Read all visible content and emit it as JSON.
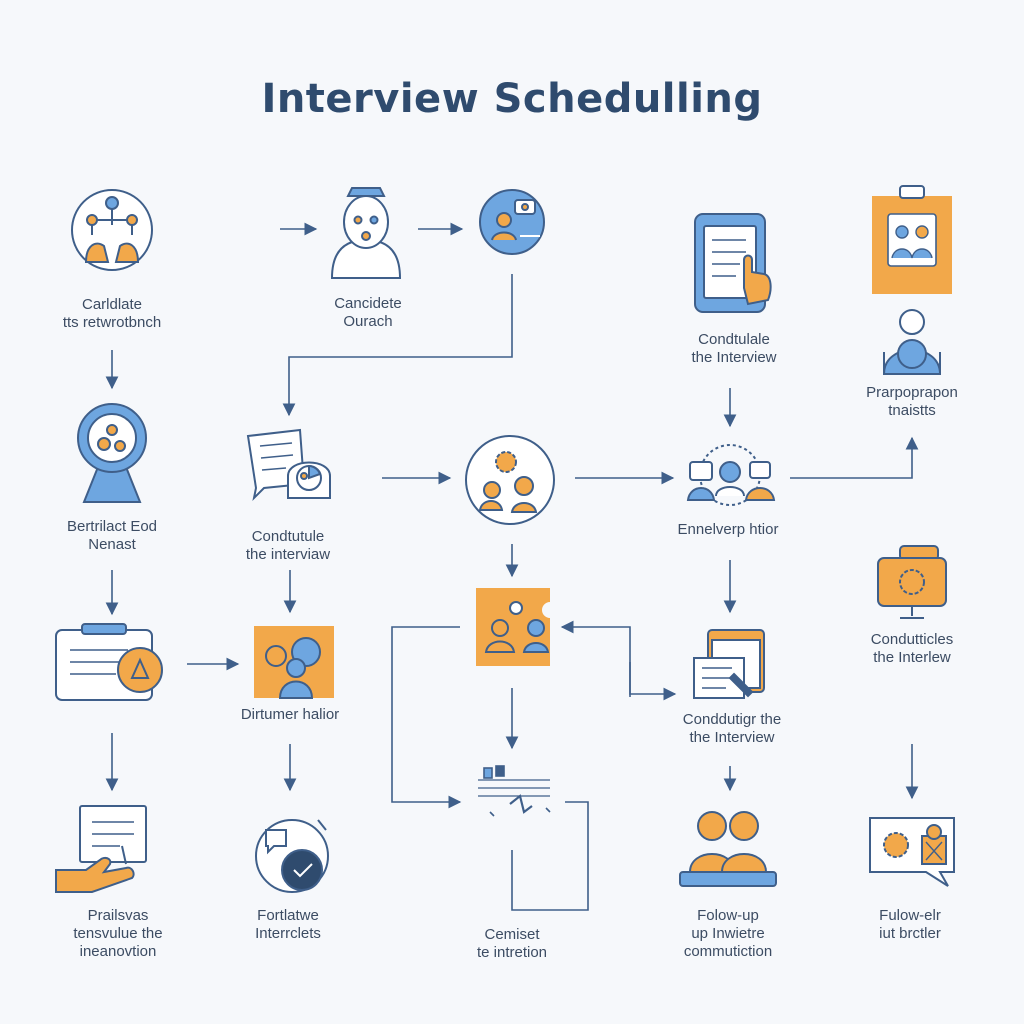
{
  "title": "Interview Schedulling",
  "colors": {
    "stroke": "#3f5f8a",
    "blue": "#6ea6e0",
    "orange": "#f2a84a",
    "arrow": "#3f5f8a"
  },
  "nodes": [
    {
      "id": "n1",
      "icon": "network-hands-icon",
      "lines": [
        "Carldlate",
        "tts retwrotbnch"
      ]
    },
    {
      "id": "n2",
      "icon": "candidate-avatar-icon",
      "lines": [
        "Cancidete",
        "Ourach"
      ]
    },
    {
      "id": "n3",
      "icon": "profile-circle-icon",
      "lines": []
    },
    {
      "id": "n4",
      "icon": "tablet-touch-icon",
      "lines": [
        "Condtulale",
        "the Interview"
      ]
    },
    {
      "id": "n5",
      "icon": "clipboard-team-icon",
      "lines": []
    },
    {
      "id": "n6",
      "icon": "person-icon",
      "lines": [
        "Prarpoprapon",
        "tnaistts"
      ]
    },
    {
      "id": "n7",
      "icon": "gear-head-icon",
      "lines": [
        "Bertrilact Eod",
        "Nenast"
      ]
    },
    {
      "id": "n8",
      "icon": "document-chat-icon",
      "lines": [
        "Condtutule",
        "the interviaw"
      ]
    },
    {
      "id": "n9",
      "icon": "team-gears-icon",
      "lines": []
    },
    {
      "id": "n10",
      "icon": "video-meeting-icon",
      "lines": [
        "Ennelverp htior"
      ]
    },
    {
      "id": "n11",
      "icon": "card-warning-icon",
      "lines": []
    },
    {
      "id": "n12",
      "icon": "ideas-person-icon",
      "lines": [
        "Dirtumer halior"
      ]
    },
    {
      "id": "n13",
      "icon": "puzzle-team-icon",
      "lines": []
    },
    {
      "id": "n14",
      "icon": "document-pen-icon",
      "lines": [
        "Conddutigr the",
        "the Interview"
      ]
    },
    {
      "id": "n15",
      "icon": "monitor-gear-icon",
      "lines": [
        "Condutticles",
        "the Interlew"
      ]
    },
    {
      "id": "n16",
      "icon": "contract-hand-icon",
      "lines": [
        "Prailsvas",
        "tensvulue the",
        "ineanovtion"
      ]
    },
    {
      "id": "n17",
      "icon": "chat-bubble-icon",
      "lines": [
        "Fortlatwe",
        "Interrclets"
      ]
    },
    {
      "id": "n18",
      "icon": "chart-lines-icon",
      "lines": [
        "Cemiset",
        "te intretion"
      ]
    },
    {
      "id": "n19",
      "icon": "two-people-icon",
      "lines": [
        "Folow-up",
        "up Inwietre",
        "commutiction"
      ]
    },
    {
      "id": "n20",
      "icon": "speech-gear-icon",
      "lines": [
        "Fulow-elr",
        "iut brctler"
      ]
    }
  ]
}
